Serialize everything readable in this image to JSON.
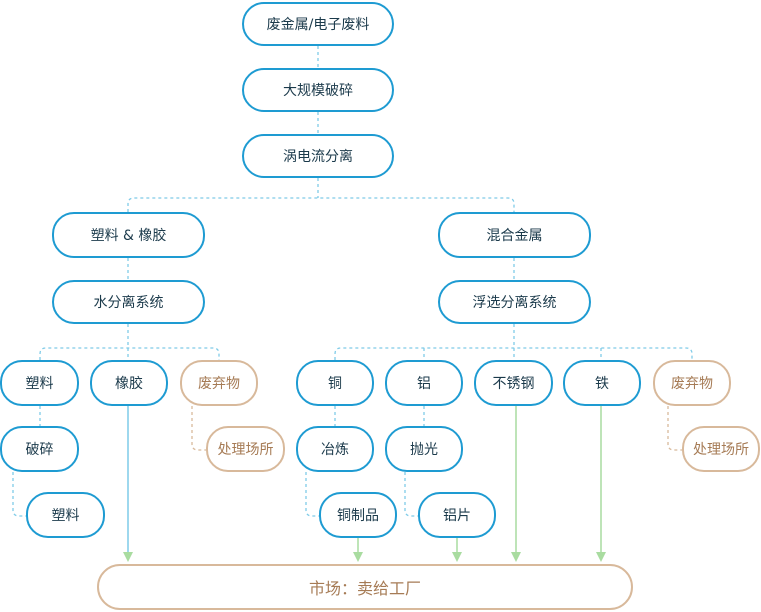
{
  "nodes": {
    "scrap": "废金属/电子废料",
    "shred": "大规模破碎",
    "eddy": "涡电流分离",
    "plastic_rubber": "塑料 & 橡胶",
    "mixed_metal": "混合金属",
    "water_sep": "水分离系统",
    "float_sep": "浮选分离系统",
    "plastic": "塑料",
    "rubber": "橡胶",
    "waste_left": "废弃物",
    "crush": "破碎",
    "plastic_out": "塑料",
    "disposal_left": "处理场所",
    "copper": "铜",
    "aluminum": "铝",
    "stainless": "不锈钢",
    "iron": "铁",
    "waste_right": "废弃物",
    "smelt": "冶炼",
    "polish": "抛光",
    "copper_product": "铜制品",
    "aluminum_sheet": "铝片",
    "disposal_right": "处理场所",
    "market": "市场：卖给工厂"
  },
  "colors": {
    "primary": "#1e9bd2",
    "dashed_connector": "#7fcbe8",
    "waste": "#d8b99b",
    "waste_text": "#a67b55",
    "arrow_green": "#a9dca0",
    "text": "#1b3a4b"
  }
}
